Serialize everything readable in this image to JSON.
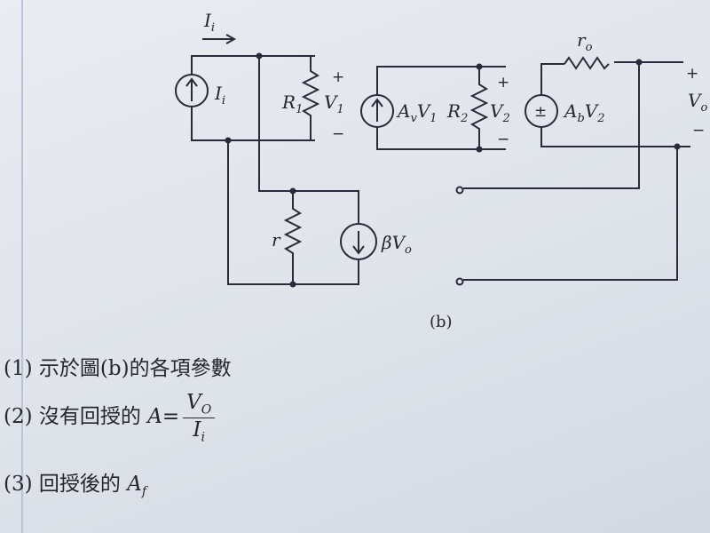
{
  "figure": {
    "caption": "(b)",
    "labels": {
      "input_current": "I",
      "input_current_sub": "i",
      "source_current": "I",
      "source_current_sub": "i",
      "R1": "R",
      "R1_sub": "1",
      "V1": "V",
      "V1_sub": "1",
      "plus": "+",
      "minus": "−",
      "AvV1": "A",
      "AvV1_sub": "v",
      "AvV1_v": "V",
      "AvV1_v_sub": "1",
      "R2": "R",
      "R2_sub": "2",
      "V2": "V",
      "V2_sub": "2",
      "ro": "r",
      "ro_sub": "o",
      "AbV2": "A",
      "AbV2_sub": "b",
      "AbV2_v": "V",
      "AbV2_v_sub": "2",
      "Vo": "V",
      "Vo_sub": "o",
      "r": "r",
      "betaVo": "βV",
      "betaVo_sub": "o",
      "pm": "±"
    }
  },
  "questions": [
    {
      "num": "(1)",
      "text": "示於圖(b)的各項參數"
    },
    {
      "num": "(2)",
      "text": "沒有回授的",
      "var": "A",
      "eq": "=",
      "numerator": "V",
      "numerator_sub": "O",
      "denominator": "I",
      "denominator_sub": "i"
    },
    {
      "num": "(3)",
      "text": "回授後的",
      "var": "A",
      "var_sub": "f"
    }
  ]
}
